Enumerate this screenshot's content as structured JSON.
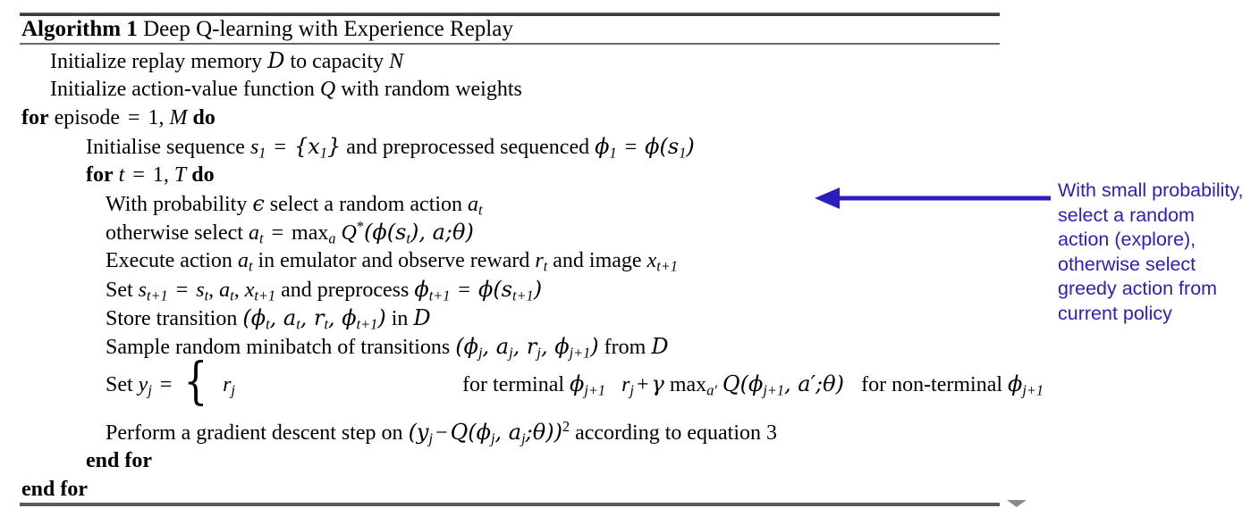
{
  "document": {
    "type": "algorithm-pseudocode-figure",
    "accent_color": "#2a1fbe",
    "rule_color": "#5a5a5a"
  },
  "algorithm": {
    "label": "Algorithm 1",
    "title": "Deep Q-learning with Experience Replay",
    "lines": {
      "l1_a": "Initialize replay memory",
      "l1_D": "D",
      "l1_b": "to capacity",
      "l1_N": "N",
      "l2_a": "Initialize action-value function",
      "l2_Q": "Q",
      "l2_b": "with random weights",
      "l3_for": "for",
      "l3_a": "episode",
      "l3_eq": "=",
      "l3_one": "1,",
      "l3_M": "M",
      "l3_do": "do",
      "l4_a": "Initialise sequence",
      "l4_s": "s",
      "l4_s_sub": "1",
      "l4_eq": "=",
      "l4_set": "{x",
      "l4_set_sub": "1",
      "l4_set_close": "}",
      "l4_b": "and preprocessed sequenced",
      "l4_phi": "ϕ",
      "l4_phi_sub": "1",
      "l4_eq2": "=",
      "l4_phi2": "ϕ(s",
      "l4_phi2_sub": "1",
      "l4_phi2_close": ")",
      "l5_for": "for",
      "l5_t": "t",
      "l5_eq": "=",
      "l5_one": "1,",
      "l5_T": "T",
      "l5_do": "do",
      "l6_a": "With probability",
      "l6_eps": "ϵ",
      "l6_b": "select a random action",
      "l6_a_t": "a",
      "l6_a_t_sub": "t",
      "l7_a": "otherwise select",
      "l7_at": "a",
      "l7_at_sub": "t",
      "l7_eq": "=",
      "l7_max": "max",
      "l7_max_sub": "a",
      "l7_Q": "Q",
      "l7_star": "*",
      "l7_args": "(ϕ(s",
      "l7_args_sub": "t",
      "l7_args_mid": "), a;",
      "l7_theta": "θ",
      "l7_args_close": ")",
      "l8_a": "Execute action",
      "l8_at": "a",
      "l8_at_sub": "t",
      "l8_b": "in emulator and observe reward",
      "l8_r": "r",
      "l8_r_sub": "t",
      "l8_c": "and image",
      "l8_x": "x",
      "l8_x_sub": "t+1",
      "l9_set": "Set",
      "l9_s": "s",
      "l9_s_sub": "t+1",
      "l9_eq": "=",
      "l9_st": "s",
      "l9_st_sub": "t",
      "l9_comma1": ",",
      "l9_at": "a",
      "l9_at_sub": "t",
      "l9_comma2": ",",
      "l9_x": "x",
      "l9_x_sub": "t+1",
      "l9_b": "and preprocess",
      "l9_phi": "ϕ",
      "l9_phi_sub": "t+1",
      "l9_eq2": "=",
      "l9_phi2": "ϕ(s",
      "l9_phi2_sub": "t+1",
      "l9_phi2_close": ")",
      "l10_a": "Store transition",
      "l10_tuple_open": "(ϕ",
      "l10_sub1": "t",
      "l10_c1": ", a",
      "l10_sub2": "t",
      "l10_c2": ", r",
      "l10_sub3": "t",
      "l10_c3": ", ϕ",
      "l10_sub4": "t+1",
      "l10_tuple_close": ")",
      "l10_b": "in",
      "l10_D": "D",
      "l11_a": "Sample random minibatch of transitions",
      "l11_tuple_open": "(ϕ",
      "l11_sub1": "j",
      "l11_c1": ", a",
      "l11_sub2": "j",
      "l11_c2": ", r",
      "l11_sub3": "j",
      "l11_c3": ", ϕ",
      "l11_sub4": "j+1",
      "l11_tuple_close": ")",
      "l11_b": "from",
      "l11_D": "D",
      "l12_set": "Set",
      "l12_y": "y",
      "l12_y_sub": "j",
      "l12_eq": "=",
      "l12_case1_expr_r": "r",
      "l12_case1_expr_sub": "j",
      "l12_case1_cond_a": "for terminal",
      "l12_case1_cond_phi": "ϕ",
      "l12_case1_cond_sub": "j+1",
      "l12_case2_r": "r",
      "l12_case2_r_sub": "j",
      "l12_case2_plus": "+",
      "l12_case2_gamma": "γ",
      "l12_case2_max": "max",
      "l12_case2_max_sub": "a′",
      "l12_case2_Q": "Q(ϕ",
      "l12_case2_Q_sub": "j+1",
      "l12_case2_Q_mid": ", a′;",
      "l12_case2_theta": "θ",
      "l12_case2_close": ")",
      "l12_case2_cond_a": "for non-terminal",
      "l12_case2_cond_phi": "ϕ",
      "l12_case2_cond_sub": "j+1",
      "l13_a": "Perform a gradient descent step on",
      "l13_open": "(y",
      "l13_y_sub": "j",
      "l13_minus": "−",
      "l13_Q": "Q(ϕ",
      "l13_Q_sub": "j",
      "l13_Q_mid": ", a",
      "l13_Q_sub2": "j",
      "l13_Q_semi": ";",
      "l13_theta": "θ",
      "l13_close": "))",
      "l13_sup": "2",
      "l13_b": "according to equation 3",
      "l14_end_for_inner": "end for",
      "l15_end_for_outer": "end for"
    }
  },
  "annotation": {
    "lines": [
      "With small probability,",
      "select a random",
      "action (explore),",
      "otherwise select",
      "greedy action from",
      "current policy"
    ],
    "arrow_direction": "left",
    "color": "#2a1fbe"
  }
}
